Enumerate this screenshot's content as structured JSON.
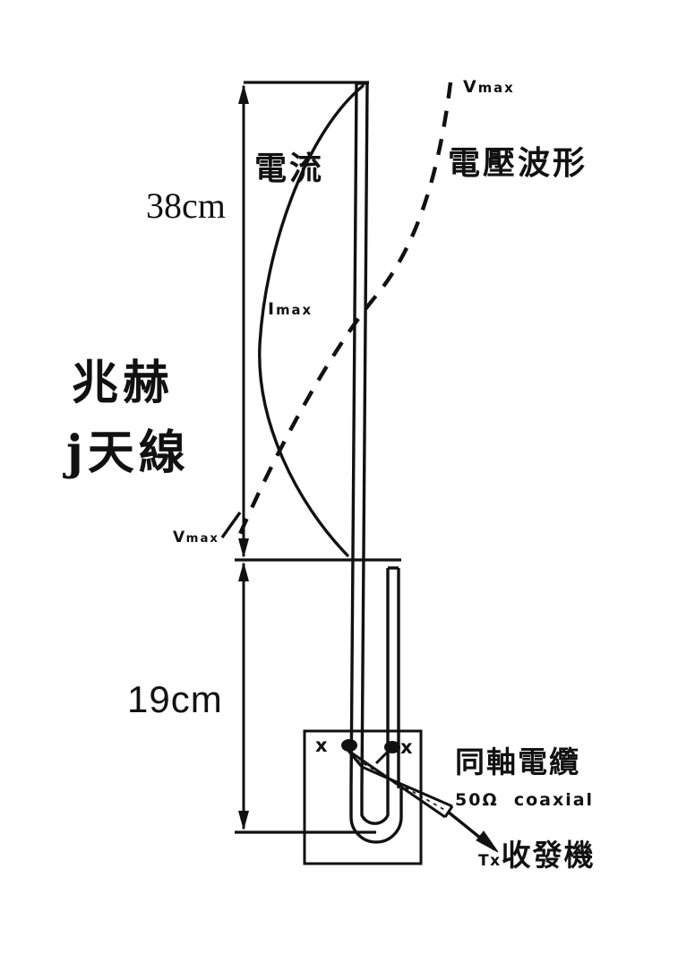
{
  "figure": {
    "title_cjk_line1": "兆赫",
    "title_cjk_line2_prefix": "j",
    "title_cjk_line2": "天線",
    "background_color": "#ffffff",
    "ink_color": "#111111"
  },
  "dimensions": {
    "upper": {
      "label": "38cm",
      "name": "upper-radiator-length"
    },
    "lower": {
      "label": "19cm",
      "name": "matching-stub-length"
    }
  },
  "curves": {
    "current": {
      "cjk_label": "電流",
      "peak_label_main": "I",
      "peak_label_sub": "max",
      "style": "solid"
    },
    "voltage": {
      "cjk_label": "電壓波形",
      "top_label_main": "V",
      "top_label_sub": "max",
      "bottom_label_main": "V",
      "bottom_label_sub": "max",
      "style": "dashed"
    }
  },
  "feed": {
    "cjk_label": "同軸電纜",
    "spec_label": "50Ω  coaxial",
    "tx_label_prefix": "Tx",
    "tx_label_cjk": "收發機",
    "tap_mark_left": "x",
    "tap_mark_right": "x"
  }
}
